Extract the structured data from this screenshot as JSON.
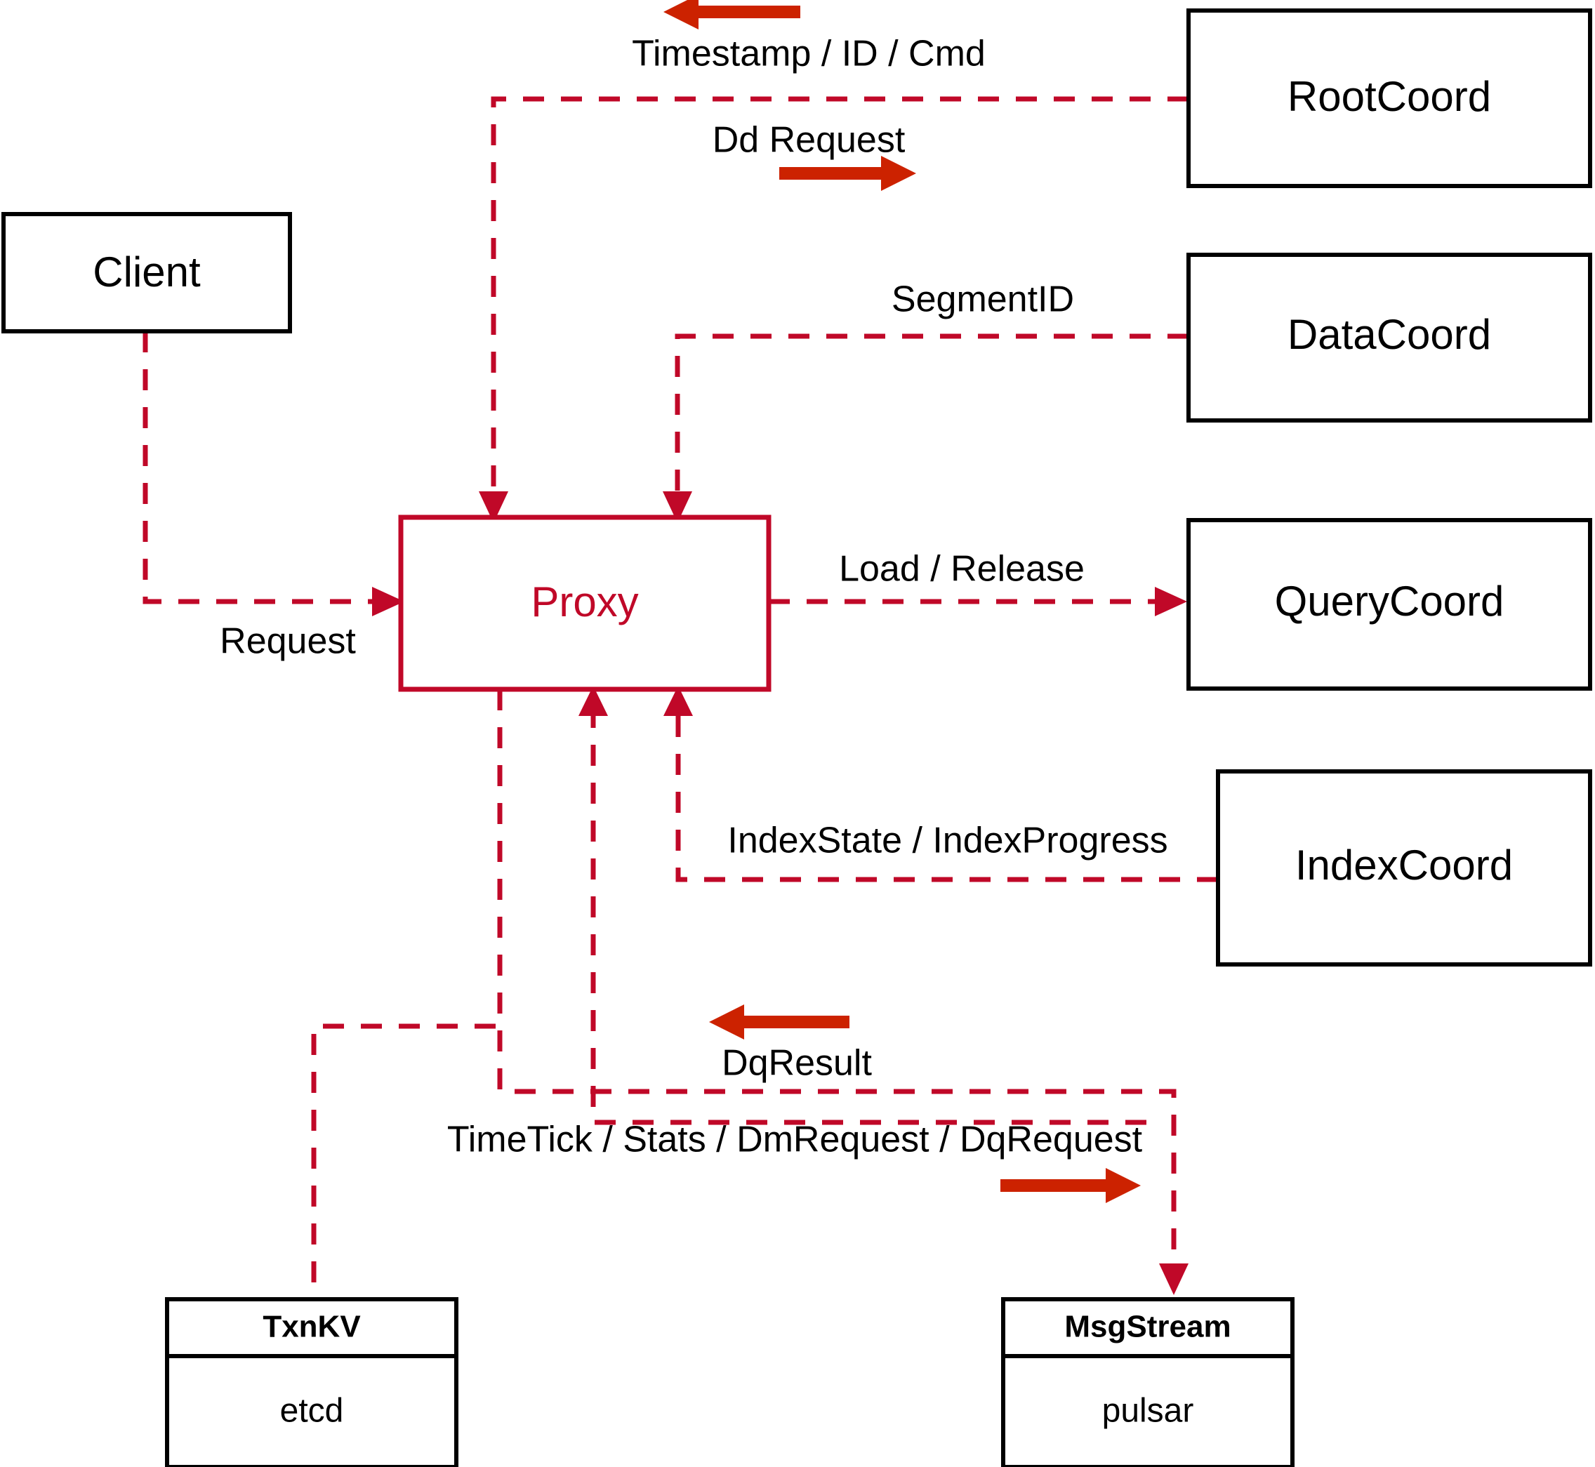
{
  "diagram": {
    "title": "Milvus Proxy interaction diagram",
    "colors": {
      "node_stroke": "#000000",
      "proxy_stroke": "#c00828",
      "edge": "#c00828",
      "direction_arrow": "#cc2200",
      "background": "#ffffff",
      "text": "#000000"
    },
    "nodes": [
      {
        "id": "client",
        "label": "Client",
        "sub": "",
        "style": "plain"
      },
      {
        "id": "proxy",
        "label": "Proxy",
        "sub": "",
        "style": "highlight"
      },
      {
        "id": "rootcoord",
        "label": "RootCoord",
        "sub": "",
        "style": "plain"
      },
      {
        "id": "datacoord",
        "label": "DataCoord",
        "sub": "",
        "style": "plain"
      },
      {
        "id": "querycoord",
        "label": "QueryCoord",
        "sub": "",
        "style": "plain"
      },
      {
        "id": "indexcoord",
        "label": "IndexCoord",
        "sub": "",
        "style": "plain"
      },
      {
        "id": "txnkv",
        "label": "TxnKV",
        "sub": "etcd",
        "style": "two-part"
      },
      {
        "id": "msgstream",
        "label": "MsgStream",
        "sub": "pulsar",
        "style": "two-part"
      }
    ],
    "edges": [
      {
        "id": "client-proxy",
        "label": "Request",
        "from": "client",
        "to": "proxy"
      },
      {
        "id": "proxy-rootcoord",
        "label": "Dd Request",
        "from": "proxy",
        "to": "rootcoord"
      },
      {
        "id": "rootcoord-proxy",
        "label": "Timestamp / ID / Cmd",
        "from": "rootcoord",
        "to": "proxy"
      },
      {
        "id": "datacoord-proxy",
        "label": "SegmentID",
        "from": "datacoord",
        "to": "proxy"
      },
      {
        "id": "proxy-querycoord",
        "label": "Load / Release",
        "from": "proxy",
        "to": "querycoord"
      },
      {
        "id": "indexcoord-proxy",
        "label": "IndexState / IndexProgress",
        "from": "indexcoord",
        "to": "proxy"
      },
      {
        "id": "msgstream-proxy",
        "label": "DqResult",
        "from": "msgstream",
        "to": "proxy"
      },
      {
        "id": "proxy-msgstream",
        "label": "TimeTick / Stats / DmRequest / DqRequest",
        "from": "proxy",
        "to": "msgstream"
      },
      {
        "id": "proxy-txnkv",
        "label": "",
        "from": "proxy",
        "to": "txnkv"
      }
    ]
  }
}
